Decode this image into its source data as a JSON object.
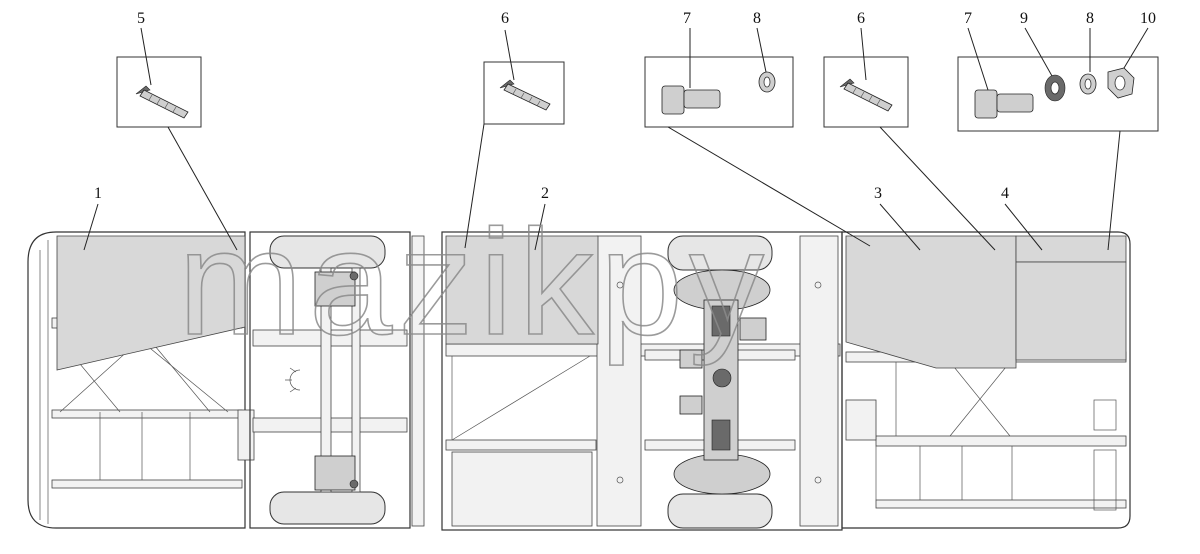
{
  "callouts": [
    "1",
    "2",
    "3",
    "4",
    "5",
    "6",
    "7",
    "8",
    "6",
    "7",
    "9",
    "8",
    "10"
  ],
  "watermark": "mazikpy"
}
